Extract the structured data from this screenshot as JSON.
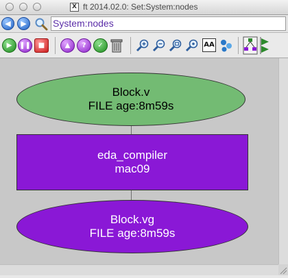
{
  "window": {
    "title": "ft 2014.02.0: Set:System:nodes",
    "x_logo": "X"
  },
  "nav": {
    "back_glyph": "◀",
    "forward_glyph": "▶",
    "path_value": "System:nodes"
  },
  "toolbar": {
    "play_glyph": "▶",
    "pause_glyph": "❚❚",
    "stop_glyph": "■",
    "arrow_glyph": "▲",
    "help_glyph": "?",
    "check_glyph": "✓",
    "aa_label": "AA"
  },
  "icons": {
    "back": "left-arrow-icon",
    "forward": "right-arrow-icon",
    "search": "magnifier-icon",
    "play": "play-icon",
    "pause": "pause-icon",
    "stop": "stop-icon",
    "trash": "trash-icon",
    "tree": "tree-layout-icon"
  },
  "colors": {
    "accent_purple": "#8a18d6",
    "node_green": "#73bb73",
    "path_text": "#5b2ea8"
  },
  "graph": {
    "nodes": [
      {
        "line1": "Block.v",
        "line2": "FILE age:8m59s"
      },
      {
        "line1": "eda_compiler",
        "line2": "mac09"
      },
      {
        "line1": "Block.vg",
        "line2": "FILE age:8m59s"
      }
    ]
  }
}
